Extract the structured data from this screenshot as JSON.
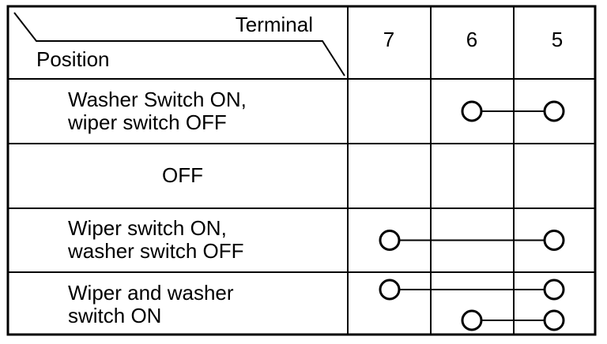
{
  "header": {
    "corner_top_label": "Terminal",
    "corner_bottom_label": "Position",
    "terminals": [
      "7",
      "6",
      "5"
    ]
  },
  "rows": [
    {
      "label_lines": [
        "Washer Switch ON,",
        "wiper switch OFF"
      ],
      "align": "left",
      "connections": [
        {
          "from": "6",
          "to": "5",
          "level": "single"
        }
      ]
    },
    {
      "label_lines": [
        "OFF"
      ],
      "align": "center",
      "connections": []
    },
    {
      "label_lines": [
        "Wiper switch ON,",
        "washer switch OFF"
      ],
      "align": "left",
      "connections": [
        {
          "from": "7",
          "to": "5",
          "level": "single"
        }
      ]
    },
    {
      "label_lines": [
        "Wiper and washer",
        "switch ON"
      ],
      "align": "left",
      "connections": [
        {
          "from": "7",
          "to": "5",
          "level": "upper"
        },
        {
          "from": "6",
          "to": "5",
          "level": "lower"
        }
      ]
    }
  ]
}
